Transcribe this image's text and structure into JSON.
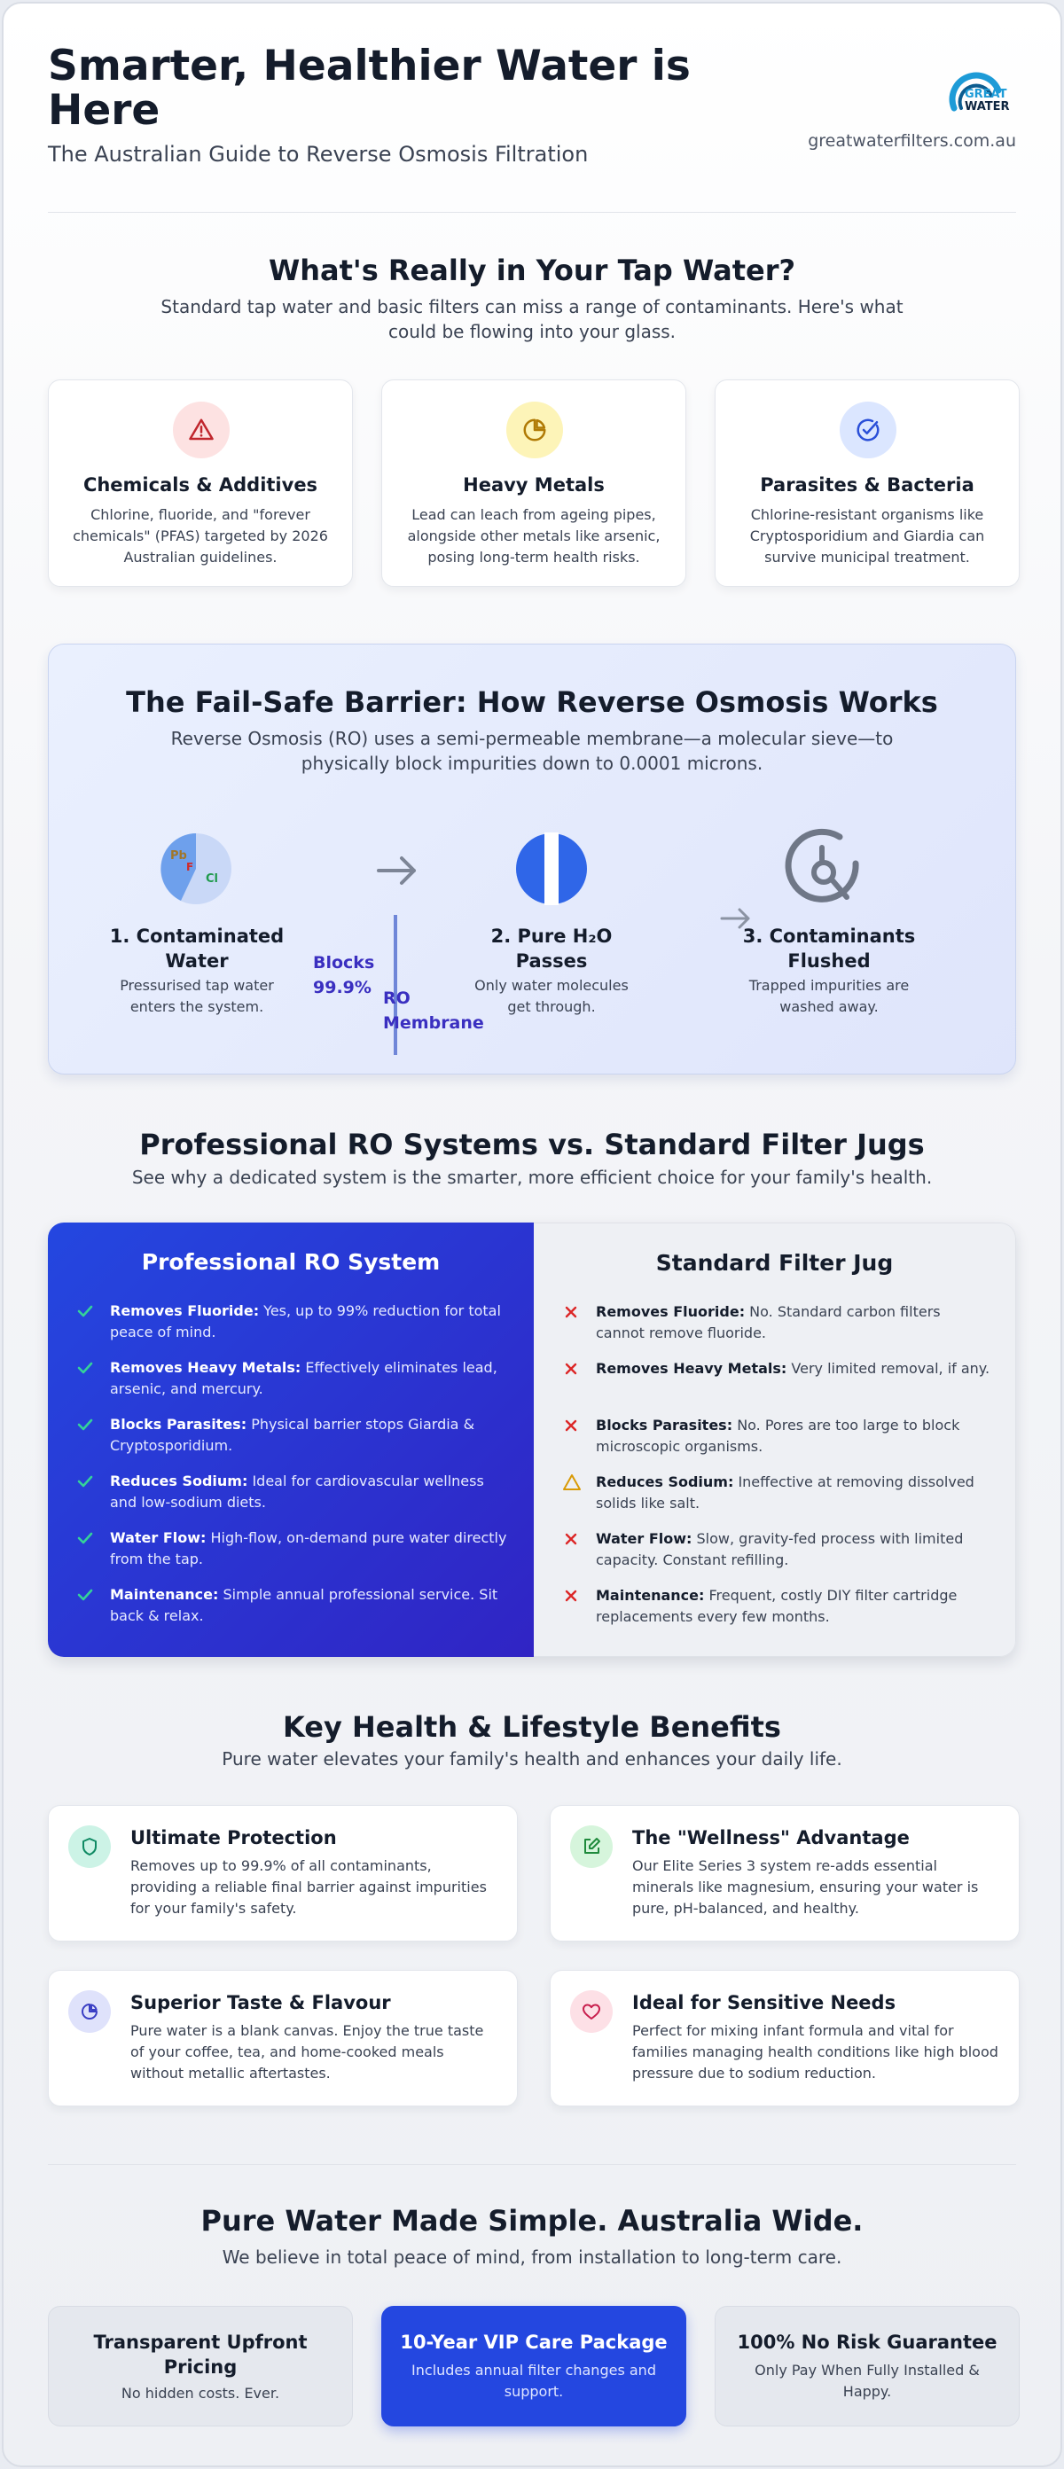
{
  "header": {
    "title": "Smarter, Healthier Water is Here",
    "subtitle": "The Australian Guide to Reverse Osmosis Filtration",
    "logo_line1": "GREAT",
    "logo_line2": "WATER",
    "website": "greatwaterfilters.com.au"
  },
  "tap": {
    "title": "What's Really in Your Tap Water?",
    "subtitle": "Standard tap water and basic filters can miss a range of contaminants. Here's what could be flowing into your glass.",
    "cards": [
      {
        "icon": "warning-triangle-icon",
        "title": "Chemicals & Additives",
        "desc": "Chlorine, fluoride, and \"forever chemicals\" (PFAS) targeted by 2026 Australian guidelines."
      },
      {
        "icon": "pie-chart-icon",
        "title": "Heavy Metals",
        "desc": "Lead can leach from ageing pipes, alongside other metals like arsenic, posing long-term health risks."
      },
      {
        "icon": "check-circle-icon",
        "title": "Parasites & Bacteria",
        "desc": "Chlorine-resistant organisms like Cryptosporidium and Giardia can survive municipal treatment."
      }
    ]
  },
  "ro": {
    "title": "The Fail-Safe Barrier: How Reverse Osmosis Works",
    "subtitle": "Reverse Osmosis (RO) uses a semi-permeable membrane—a molecular sieve—to physically block impurities down to 0.0001 microns.",
    "pie_labels": [
      "Pb",
      "F",
      "Cl"
    ],
    "steps": [
      {
        "title": "1. Contaminated Water",
        "desc": "Pressurised tap water enters the system."
      },
      {
        "title": "2. Pure H₂O Passes",
        "desc": "Only water molecules get through."
      },
      {
        "title": "3. Contaminants Flushed",
        "desc": "Trapped impurities are washed away."
      }
    ],
    "blocks_label": "Blocks",
    "blocks_value": "99.9%",
    "membrane_line1": "RO",
    "membrane_line2": "Membrane"
  },
  "comparison": {
    "title": "Professional RO Systems vs. Standard Filter Jugs",
    "subtitle": "See why a dedicated system is the smarter, more efficient choice for your family's health.",
    "left_title": "Professional RO System",
    "right_title": "Standard Filter Jug",
    "left_rows": [
      {
        "label": "Removes Fluoride:",
        "text": " Yes, up to 99% reduction for total peace of mind."
      },
      {
        "label": "Removes Heavy Metals:",
        "text": " Effectively eliminates lead, arsenic, and mercury."
      },
      {
        "label": "Blocks Parasites:",
        "text": " Physical barrier stops Giardia & Cryptosporidium."
      },
      {
        "label": "Reduces Sodium:",
        "text": " Ideal for cardiovascular wellness and low-sodium diets."
      },
      {
        "label": "Water Flow:",
        "text": " High-flow, on-demand pure water directly from the tap."
      },
      {
        "label": "Maintenance:",
        "text": " Simple annual professional service. Sit back & relax."
      }
    ],
    "right_rows": [
      {
        "mark": "x",
        "label": "Removes Fluoride:",
        "text": " No. Standard carbon filters cannot remove fluoride."
      },
      {
        "mark": "x",
        "label": "Removes Heavy Metals:",
        "text": " Very limited removal, if any."
      },
      {
        "mark": "x",
        "label": "Blocks Parasites:",
        "text": " No. Pores are too large to block microscopic organisms."
      },
      {
        "mark": "warn",
        "label": "Reduces Sodium:",
        "text": " Ineffective at removing dissolved solids like salt."
      },
      {
        "mark": "x",
        "label": "Water Flow:",
        "text": " Slow, gravity-fed process with limited capacity. Constant refilling."
      },
      {
        "mark": "x",
        "label": "Maintenance:",
        "text": " Frequent, costly DIY filter cartridge replacements every few months."
      }
    ]
  },
  "benefits": {
    "title": "Key Health & Lifestyle Benefits",
    "subtitle": "Pure water elevates your family's health and enhances your daily life.",
    "cards": [
      {
        "icon": "shield-icon",
        "title": "Ultimate Protection",
        "desc": "Removes up to 99.9% of all contaminants, providing a reliable final barrier against impurities for your family's safety."
      },
      {
        "icon": "edit-icon",
        "title": "The \"Wellness\" Advantage",
        "desc": "Our Elite Series 3 system re-adds essential minerals like magnesium, ensuring your water is pure, pH-balanced, and healthy."
      },
      {
        "icon": "pie-chart-icon",
        "title": "Superior Taste & Flavour",
        "desc": "Pure water is a blank canvas. Enjoy the true taste of your coffee, tea, and home-cooked meals without metallic aftertastes."
      },
      {
        "icon": "heart-icon",
        "title": "Ideal for Sensitive Needs",
        "desc": "Perfect for mixing infant formula and vital for families managing health conditions like high blood pressure due to sodium reduction."
      }
    ]
  },
  "closing": {
    "title": "Pure Water Made Simple. Australia Wide.",
    "subtitle": "We believe in total peace of mind, from installation to long-term care.",
    "tiles": [
      {
        "title": "Transparent Upfront Pricing",
        "desc": "No hidden costs. Ever."
      },
      {
        "title": "10-Year VIP Care Package",
        "desc": "Includes annual filter changes and support."
      },
      {
        "title": "100% No Risk Guarantee",
        "desc": "Only Pay When Fully Installed & Happy."
      }
    ]
  },
  "colors": {
    "accent_blue": "#2447e0",
    "accent_indigo": "#3024c4",
    "check_green": "#34d399",
    "cross_red": "#dc2626",
    "warn_amber": "#d99a06"
  }
}
